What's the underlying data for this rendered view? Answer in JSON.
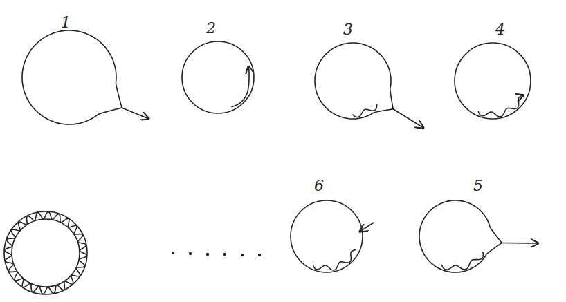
{
  "diagram": {
    "labels": [
      "1",
      "2",
      "3",
      "4",
      "6",
      "5"
    ]
  }
}
